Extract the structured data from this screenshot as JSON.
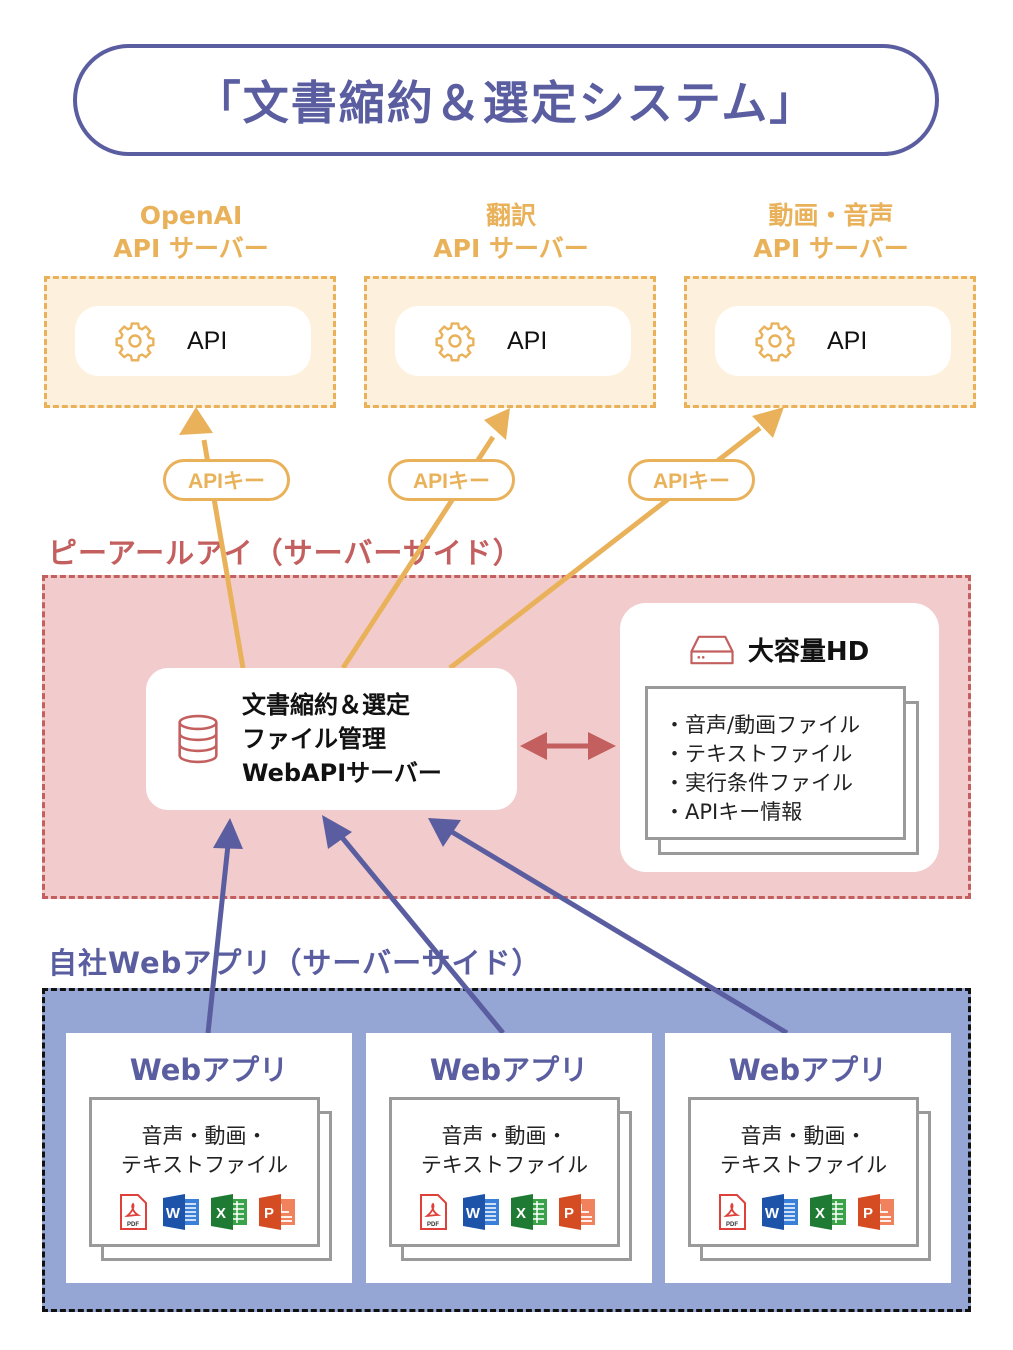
{
  "title": "「文書縮約＆選定システム」",
  "colors": {
    "navy": "#5a5ea0",
    "orange": "#e9b25a",
    "orange_bg": "#fdf0dc",
    "red": "#c3605f",
    "pink_bg": "#f2cccc",
    "blue_bg": "#96a6d4"
  },
  "api_servers": [
    {
      "name_line1": "OpenAI",
      "name_line2": "API サーバー",
      "pill_label": "API",
      "icon": "gear-icon",
      "key_label": "APIキー"
    },
    {
      "name_line1": "翻訳",
      "name_line2": "API サーバー",
      "pill_label": "API",
      "icon": "gear-icon",
      "key_label": "APIキー"
    },
    {
      "name_line1": "動画・音声",
      "name_line2": "API サーバー",
      "pill_label": "API",
      "icon": "gear-icon",
      "key_label": "APIキー"
    }
  ],
  "pri_section": {
    "label": "ピーアールアイ（サーバーサイド）",
    "webapi_server": {
      "icon": "database-icon",
      "lines": [
        "文書縮約＆選定",
        "ファイル管理",
        "WebAPIサーバー"
      ]
    },
    "storage": {
      "icon": "hard-drive-icon",
      "title": "大容量HD",
      "items": [
        "・音声/動画ファイル",
        "・テキストファイル",
        "・実行条件ファイル",
        "・APIキー情報"
      ]
    }
  },
  "own_section": {
    "label": "自社Webアプリ（サーバーサイド）",
    "apps": [
      {
        "title": "Webアプリ",
        "text_line1": "音声・動画・",
        "text_line2": "テキストファイル",
        "file_types": [
          "PDF",
          "W",
          "X",
          "P"
        ]
      },
      {
        "title": "Webアプリ",
        "text_line1": "音声・動画・",
        "text_line2": "テキストファイル",
        "file_types": [
          "PDF",
          "W",
          "X",
          "P"
        ]
      },
      {
        "title": "Webアプリ",
        "text_line1": "音声・動画・",
        "text_line2": "テキストファイル",
        "file_types": [
          "PDF",
          "W",
          "X",
          "P"
        ]
      }
    ]
  }
}
